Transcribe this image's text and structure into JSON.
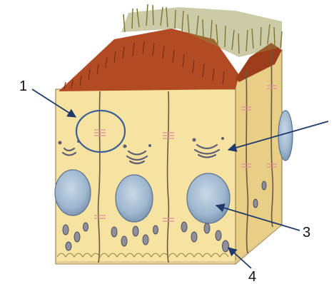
{
  "labels": [
    {
      "id": "label-1",
      "text": "1"
    },
    {
      "id": "label-3",
      "text": "3"
    },
    {
      "id": "label-4",
      "text": "4"
    }
  ],
  "colors": {
    "cytoplasm": "#f6e3a2",
    "cytoplasm_side": "#e9cf86",
    "microvilli_side": "#8f8a3c",
    "apical_surface": "#b24a24",
    "nucleus": "#9fb7cf",
    "membrane": "#6b5a3e",
    "arrow": "#1f3a6b",
    "junction_marks": "#e08f9a",
    "circle": "#3d6092"
  }
}
